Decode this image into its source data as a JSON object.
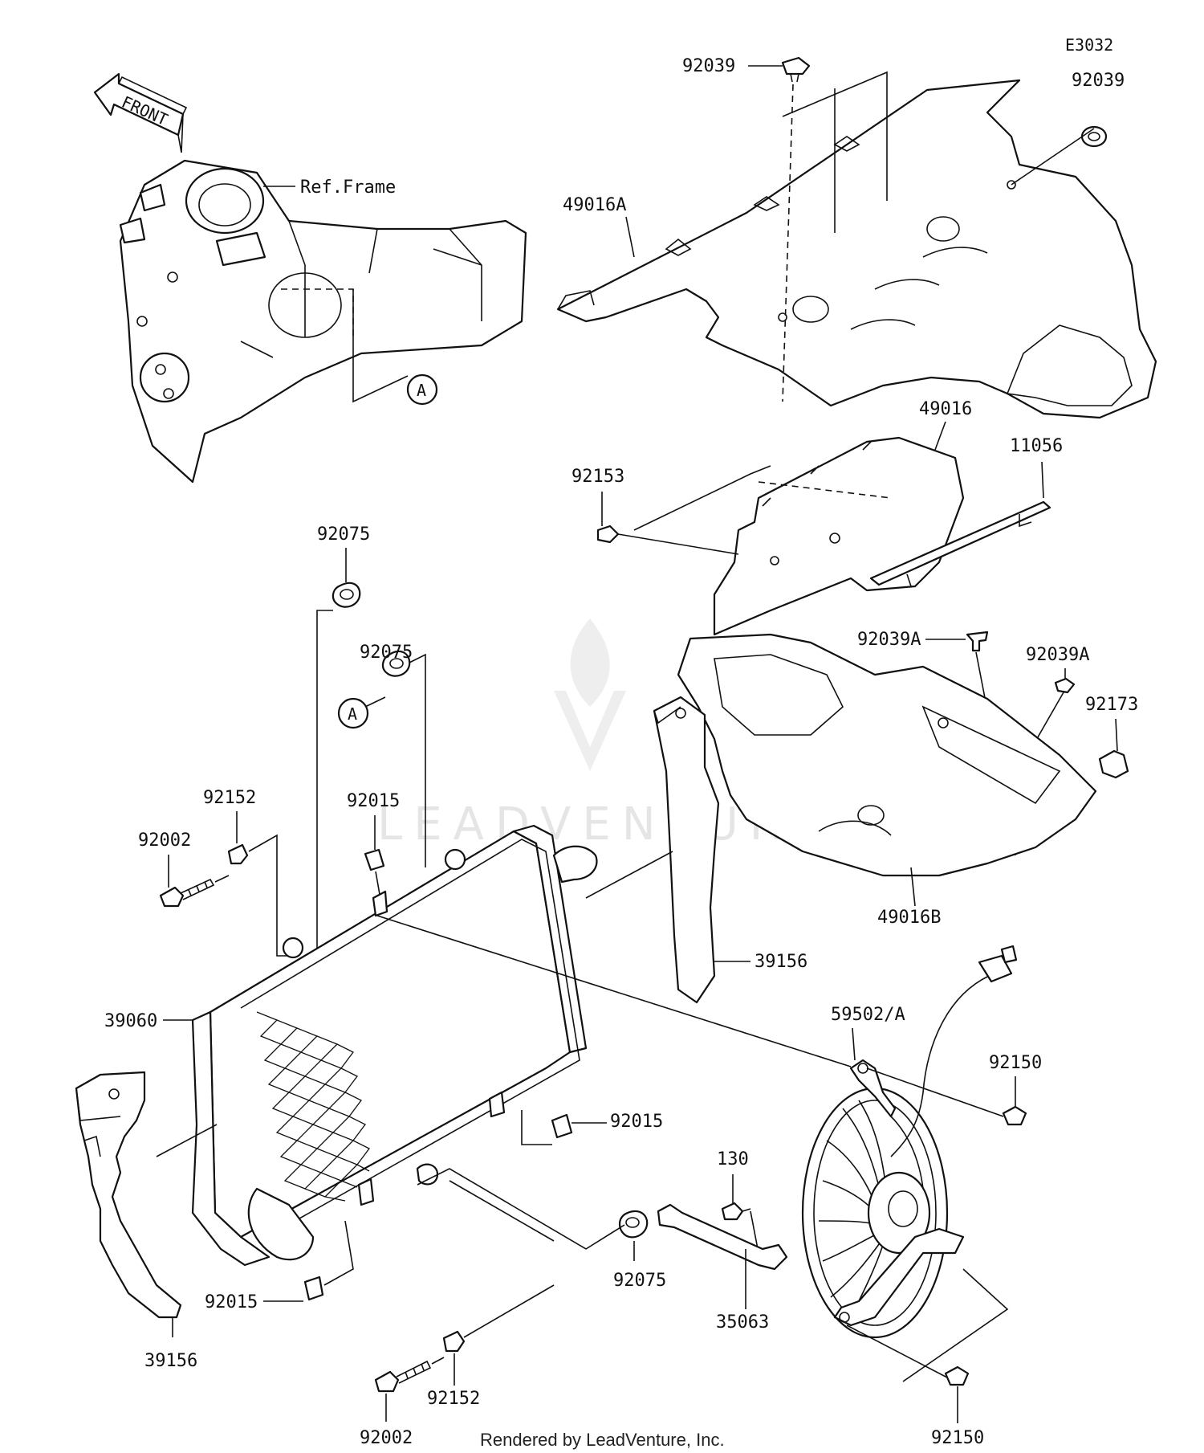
{
  "diagram_code": "E3032",
  "front_label": "FRONT",
  "ref_frame_label": "Ref.Frame",
  "marker_a": "A",
  "watermark_text": "LEADVENTURE",
  "footer": "Rendered by LeadVenture, Inc.",
  "callouts": {
    "n92039_top": "92039",
    "n92039_right": "92039",
    "n49016A": "49016A",
    "n49016": "49016",
    "n11056": "11056",
    "n92153": "92153",
    "n92075_top": "92075",
    "n92075_mid": "92075",
    "n92039A_left": "92039A",
    "n92039A_right": "92039A",
    "n92173": "92173",
    "n92152_top": "92152",
    "n92002_top": "92002",
    "n92015_top": "92015",
    "n39156_right": "39156",
    "n49016B": "49016B",
    "n39060": "39060",
    "n59502A": "59502/A",
    "n92150_right": "92150",
    "n92015_mid": "92015",
    "n130": "130",
    "n92075_bottom": "92075",
    "n35063": "35063",
    "n92015_bottom": "92015",
    "n39156_left": "39156",
    "n92152_bottom": "92152",
    "n92002_bottom": "92002",
    "n92150_bottom": "92150"
  }
}
